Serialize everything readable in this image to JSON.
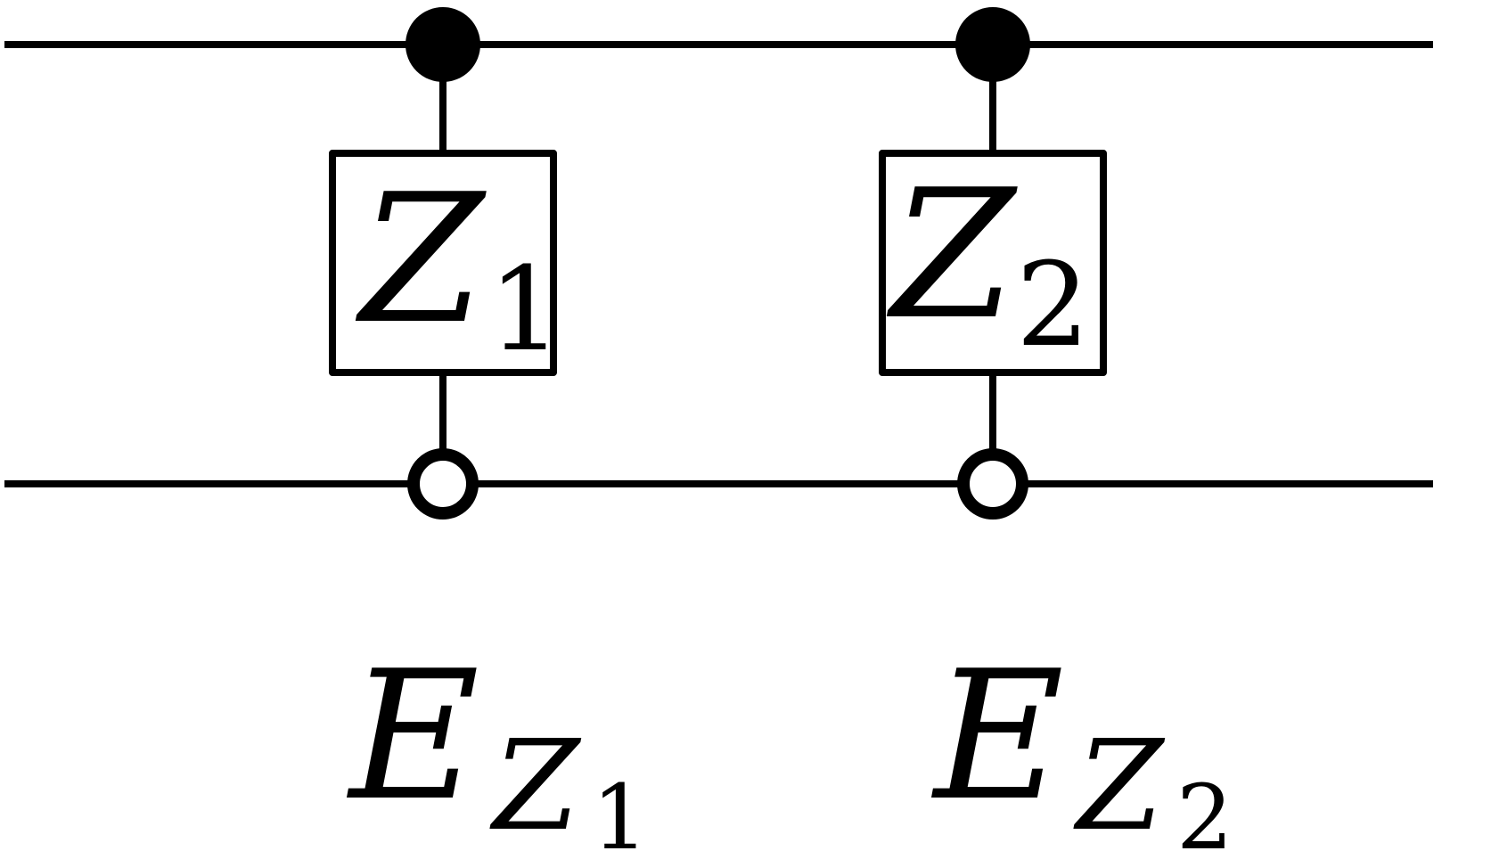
{
  "gates": [
    {
      "id": "gate-1",
      "symbol": "Z",
      "subscript": "1",
      "label_main": "E",
      "label_sub_symbol": "Z",
      "label_sub_index": "1"
    },
    {
      "id": "gate-2",
      "symbol": "Z",
      "subscript": "2",
      "label_main": "E",
      "label_sub_symbol": "Z",
      "label_sub_index": "2"
    }
  ],
  "colors": {
    "stroke": "#000000",
    "background": "#ffffff"
  }
}
